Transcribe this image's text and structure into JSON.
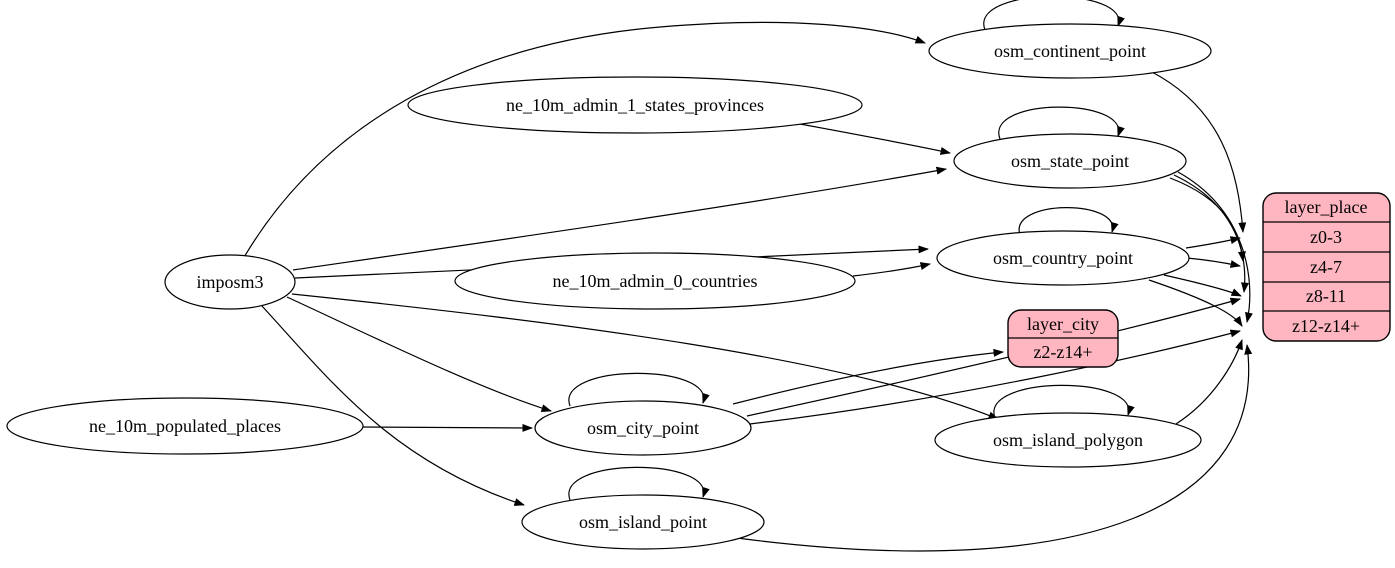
{
  "diagram": {
    "colors": {
      "background": "#ffffff",
      "node_fill": "#ffffff",
      "record_fill": "#ffb6c1",
      "stroke": "#000000"
    },
    "nodes": {
      "imposm3": {
        "label": "imposm3"
      },
      "ne_10m_admin_1_states_provinces": {
        "label": "ne_10m_admin_1_states_provinces"
      },
      "ne_10m_admin_0_countries": {
        "label": "ne_10m_admin_0_countries"
      },
      "ne_10m_populated_places": {
        "label": "ne_10m_populated_places"
      },
      "osm_continent_point": {
        "label": "osm_continent_point"
      },
      "osm_state_point": {
        "label": "osm_state_point"
      },
      "osm_country_point": {
        "label": "osm_country_point"
      },
      "osm_city_point": {
        "label": "osm_city_point"
      },
      "osm_island_polygon": {
        "label": "osm_island_polygon"
      },
      "osm_island_point": {
        "label": "osm_island_point"
      }
    },
    "records": {
      "layer_city": {
        "title": "layer_city",
        "rows": [
          "z2-z14+"
        ]
      },
      "layer_place": {
        "title": "layer_place",
        "rows": [
          "z0-3",
          "z4-7",
          "z8-11",
          "z12-z14+"
        ]
      }
    },
    "edges": [
      {
        "from": "imposm3",
        "to": "osm_continent_point"
      },
      {
        "from": "imposm3",
        "to": "osm_state_point"
      },
      {
        "from": "imposm3",
        "to": "osm_country_point"
      },
      {
        "from": "imposm3",
        "to": "osm_city_point"
      },
      {
        "from": "imposm3",
        "to": "osm_island_polygon"
      },
      {
        "from": "imposm3",
        "to": "osm_island_point"
      },
      {
        "from": "ne_10m_admin_1_states_provinces",
        "to": "osm_state_point"
      },
      {
        "from": "ne_10m_admin_0_countries",
        "to": "osm_country_point"
      },
      {
        "from": "ne_10m_populated_places",
        "to": "osm_city_point"
      },
      {
        "from": "osm_continent_point",
        "to": "osm_continent_point"
      },
      {
        "from": "osm_state_point",
        "to": "osm_state_point"
      },
      {
        "from": "osm_country_point",
        "to": "osm_country_point"
      },
      {
        "from": "osm_city_point",
        "to": "osm_city_point"
      },
      {
        "from": "osm_island_polygon",
        "to": "osm_island_polygon"
      },
      {
        "from": "osm_island_point",
        "to": "osm_island_point"
      },
      {
        "from": "osm_continent_point",
        "to": "layer_place.z0-3"
      },
      {
        "from": "osm_country_point",
        "to": "layer_place.z0-3"
      },
      {
        "from": "osm_country_point",
        "to": "layer_place.z4-7"
      },
      {
        "from": "osm_state_point",
        "to": "layer_place.z4-7"
      },
      {
        "from": "osm_state_point",
        "to": "layer_place.z8-11"
      },
      {
        "from": "osm_country_point",
        "to": "layer_place.z8-11"
      },
      {
        "from": "osm_city_point",
        "to": "layer_place.z8-11"
      },
      {
        "from": "osm_state_point",
        "to": "layer_place.z12-z14+"
      },
      {
        "from": "osm_country_point",
        "to": "layer_place.z12-z14+"
      },
      {
        "from": "osm_city_point",
        "to": "layer_place.z12-z14+"
      },
      {
        "from": "osm_island_polygon",
        "to": "layer_place.z12-z14+"
      },
      {
        "from": "osm_island_point",
        "to": "layer_place.z12-z14+"
      },
      {
        "from": "osm_city_point",
        "to": "layer_city.z2-z14+"
      }
    ]
  }
}
